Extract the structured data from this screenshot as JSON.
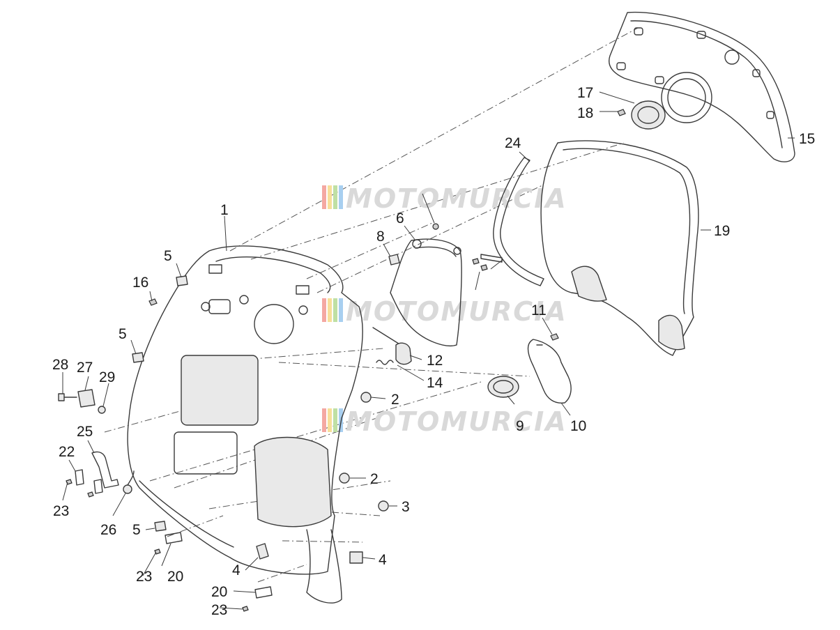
{
  "watermark": {
    "text": "MOTOMURCIA",
    "stripe_colors": [
      "#e8453c",
      "#f2c230",
      "#7cc04b",
      "#3e9be0"
    ]
  },
  "callouts": [
    {
      "id": "c1",
      "label": "1"
    },
    {
      "id": "c2a",
      "label": "2"
    },
    {
      "id": "c2b",
      "label": "2"
    },
    {
      "id": "c3",
      "label": "3"
    },
    {
      "id": "c4a",
      "label": "4"
    },
    {
      "id": "c4b",
      "label": "4"
    },
    {
      "id": "c5a",
      "label": "5"
    },
    {
      "id": "c5b",
      "label": "5"
    },
    {
      "id": "c5c",
      "label": "5"
    },
    {
      "id": "c6",
      "label": "6"
    },
    {
      "id": "c8",
      "label": "8"
    },
    {
      "id": "c9",
      "label": "9"
    },
    {
      "id": "c10",
      "label": "10"
    },
    {
      "id": "c11",
      "label": "11"
    },
    {
      "id": "c12",
      "label": "12"
    },
    {
      "id": "c14",
      "label": "14"
    },
    {
      "id": "c15",
      "label": "15"
    },
    {
      "id": "c16",
      "label": "16"
    },
    {
      "id": "c17",
      "label": "17"
    },
    {
      "id": "c18",
      "label": "18"
    },
    {
      "id": "c19",
      "label": "19"
    },
    {
      "id": "c20a",
      "label": "20"
    },
    {
      "id": "c20b",
      "label": "20"
    },
    {
      "id": "c22",
      "label": "22"
    },
    {
      "id": "c23a",
      "label": "23"
    },
    {
      "id": "c23b",
      "label": "23"
    },
    {
      "id": "c23c",
      "label": "23"
    },
    {
      "id": "c24",
      "label": "24"
    },
    {
      "id": "c25",
      "label": "25"
    },
    {
      "id": "c26",
      "label": "26"
    },
    {
      "id": "c27",
      "label": "27"
    },
    {
      "id": "c28",
      "label": "28"
    },
    {
      "id": "c29",
      "label": "29"
    }
  ]
}
